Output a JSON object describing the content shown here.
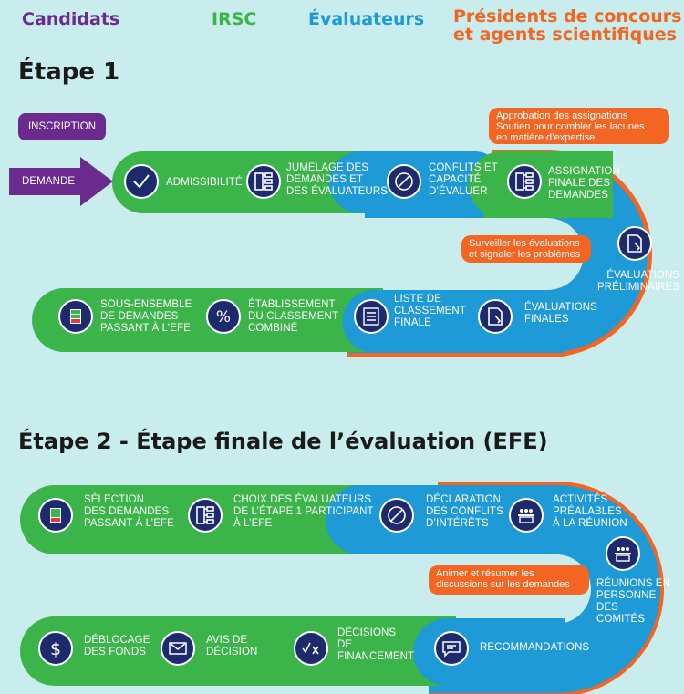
{
  "legend": {
    "candidats": "Candidats",
    "irsc": "IRSC",
    "evaluateurs": "Évaluateurs",
    "presidents": "Présidents de concours\net agents scientifiques",
    "colors": {
      "candidats": "#6a2a8e",
      "irsc": "#3bb54a",
      "evaluateurs": "#1e9ad6",
      "presidents": "#f26522"
    }
  },
  "stage1": {
    "title": "Étape 1",
    "inscription": "INSCRIPTION",
    "demande": "DEMANDE",
    "steps": {
      "admissibilite": "ADMISSIBILITÉ",
      "jumelage": "JUMELAGE DES\nDEMANDES ET\nDES ÉVALUATEURS",
      "conflits": "CONFLITS ET\nCAPACITÉ\nD’ÉVALUER",
      "assignation": "ASSIGNATION\nFINALE DES\nDEMANDES",
      "eval_prelim": "ÉVALUATIONS\nPRÉLIMINAIRES",
      "eval_finales": "ÉVALUATIONS\nFINALES",
      "liste": "LISTE DE\nCLASSEMENT\nFINALE",
      "classement": "ÉTABLISSEMENT\nDU CLASSEMENT\nCOMBINÉ",
      "sous_ensemble": "SOUS-ENSEMBLE\nDE DEMANDES\nPASSANT À L’EFE"
    },
    "notes": {
      "approbation": "Approbation des assignations\nSoutien pour combler les lacunes\nen matière d’expertise",
      "surveiller": "Surveiller les évaluations\net signaler les problèmes"
    }
  },
  "stage2": {
    "title": "Étape 2 - Étape finale de l’évaluation (EFE)",
    "steps": {
      "selection": "SÉLECTION\nDES DEMANDES\nPASSANT À L’EFE",
      "choix": "CHOIX DES ÉVALUATEURS\nDE L’ÉTAPE 1 PARTICIPANT\nÀ L’EFE",
      "declaration": "DÉCLARATION\nDES CONFLITS\nD’INTÉRÊTS",
      "activites": "ACTIVITÉS\nPRÉALABLES\nÀ LA RÉUNION",
      "reunions": "RÉUNIONS EN\nPERSONNE\nDES\nCOMITÉS",
      "recommandations": "RECOMMANDATIONS",
      "decisions": "DÉCISIONS\nDE\nFINANCEMENT",
      "avis": "AVIS DE\nDÉCISION",
      "deblocage": "DÉBLOCAGE\nDES FONDS"
    },
    "notes": {
      "animer": "Animer et résumer les\ndiscussions sur les demandes"
    }
  },
  "icons": {
    "check": "check-icon",
    "hierarchy": "hierarchy-icon",
    "conflict": "prohibited-icon",
    "document": "document-icon",
    "list": "ranked-list-icon",
    "percent": "percent-icon",
    "chart": "bar-chart-icon",
    "meeting": "meeting-icon",
    "speech": "speech-bubble-icon",
    "decision": "check-cross-icon",
    "envelope": "envelope-icon",
    "dollar": "dollar-icon"
  }
}
